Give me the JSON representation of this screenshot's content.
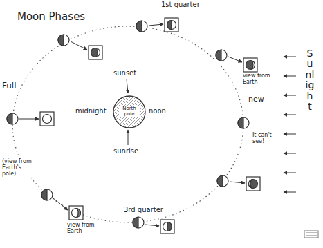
{
  "diagram": {
    "title": "Moon Phases",
    "nodes": [
      {
        "text": [
          "North pole"
        ]
      }
    ],
    "labels": [
      "1st quarter",
      "sunset",
      "midnight",
      "noon",
      "sunrise",
      "view from Earth",
      "new",
      "It can't see!",
      "Sunlight",
      "Full",
      "view from Earth",
      "3rd quarter",
      "(view from Earth's pole)"
    ]
  }
}
